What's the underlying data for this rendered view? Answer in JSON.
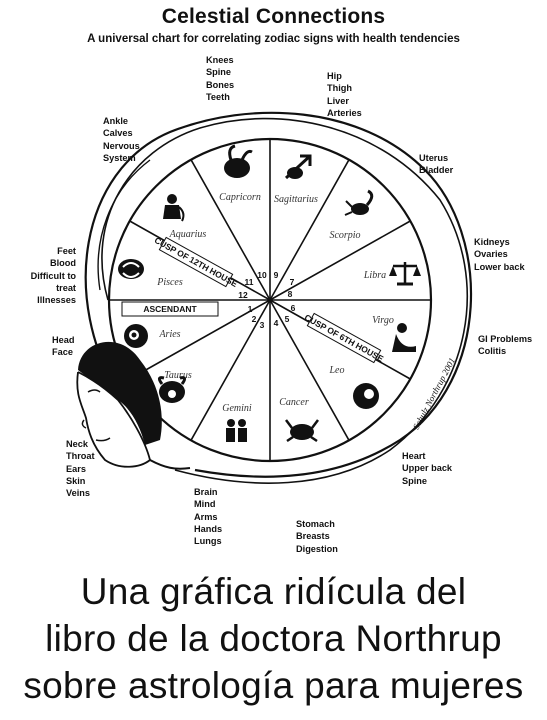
{
  "header": {
    "title": "Celestial Connections",
    "subtitle": "A universal chart for correlating zodiac signs with health tendencies"
  },
  "signs": {
    "capricorn": "Capricorn",
    "sagittarius": "Sagittarius",
    "scorpio": "Scorpio",
    "libra": "Libra",
    "virgo": "Virgo",
    "leo": "Leo",
    "cancer": "Cancer",
    "gemini": "Gemini",
    "taurus": "Taurus",
    "aries": "Aries",
    "pisces": "Pisces",
    "aquarius": "Aquarius"
  },
  "houses": [
    "1",
    "2",
    "3",
    "4",
    "5",
    "6",
    "7",
    "8",
    "9",
    "10",
    "11",
    "12"
  ],
  "bands": {
    "cusp12": "CUSP OF 12TH HOUSE",
    "cusp6": "CUSP OF 6TH HOUSE",
    "ascendant": "ASCENDANT"
  },
  "body_parts": {
    "capricorn": "Knees\nSpine\nBones\nTeeth",
    "sagittarius": "Hip\nThigh\nLiver\nArteries",
    "aquarius": "Ankle\nCalves\nNervous\nSystem",
    "scorpio": "Uterus\nBladder",
    "pisces": "Feet\nBlood\nDifficult to\ntreat Illnesses",
    "libra": "Kidneys\nOvaries\nLower back",
    "aries": "Head\nFace",
    "virgo": "GI Problems\nColitis",
    "taurus": "Neck\nThroat\nEars\nSkin\nVeins",
    "leo": "Heart\nUpper back\nSpine",
    "gemini": "Brain\nMind\nArms\nHands\nLungs",
    "cancer": "Stomach\nBreasts\nDigestion"
  },
  "signature": "Schulz Northrup 2001",
  "caption": "Una gráfica ridícula del\nlibro de la doctora Northrup\nsobre astrología para mujeres"
}
